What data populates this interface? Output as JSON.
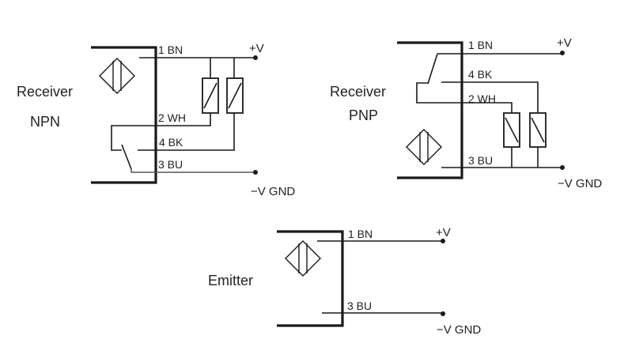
{
  "diagram": {
    "receiver_npn": {
      "title": "Receiver",
      "type": "NPN",
      "pins": [
        "1 BN",
        "2 WH",
        "4 BK",
        "3 BU"
      ],
      "positive_rail": "+V",
      "negative_rail": "−V GND"
    },
    "receiver_pnp": {
      "title": "Receiver",
      "type": "PNP",
      "pins": [
        "1 BN",
        "4 BK",
        "2 WH",
        "3 BU"
      ],
      "positive_rail": "+V",
      "negative_rail": "−V GND"
    },
    "emitter": {
      "title": "Emitter",
      "pins": [
        "1 BN",
        "3 BU"
      ],
      "positive_rail": "+V",
      "negative_rail": "−V GND"
    },
    "icons": {
      "sensor": "photoelectric-sensor-diamond-icon",
      "load": "resistor-load-icon",
      "switch": "transistor-switch-icon"
    }
  }
}
